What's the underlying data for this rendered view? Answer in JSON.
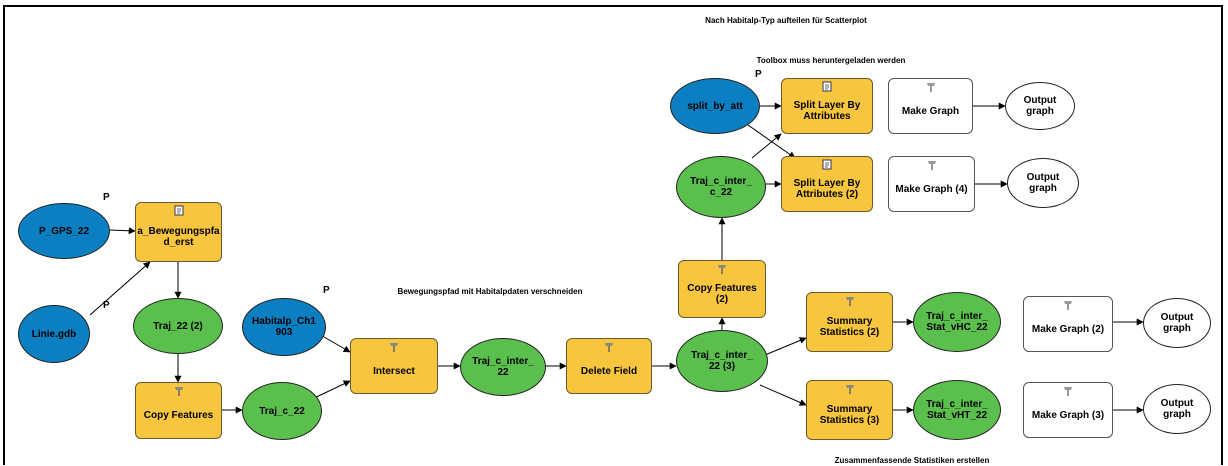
{
  "notes": {
    "top_title": "Nach Habitalp-Typ aufteilen für Scatterplot",
    "toolbox": "Toolbox muss heruntergeladen werden",
    "middle": "Bewegungspfad mit Habitalpdaten verschneiden",
    "bottom": "Zusammenfassende Statistiken erstellen"
  },
  "param_marker": "P",
  "nodes": {
    "p_gps_22": "P_GPS_22",
    "linie_gdb": "Linie.gdb",
    "a_bewegungspfad": "a_Bewegungspfa\nd_erst",
    "traj_22_2": "Traj_22 (2)",
    "copy_features": "Copy Features",
    "traj_c_22": "Traj_c_22",
    "habitalp": "Habitalp_Ch1\n903",
    "intersect": "Intersect",
    "traj_c_inter_22": "Traj_c_inter_\n22",
    "delete_field": "Delete Field",
    "traj_c_inter_22_3": "Traj_c_inter_\n22 (3)",
    "copy_features_2": "Copy Features\n(2)",
    "traj_c_inter_c_22": "Traj_c_inter_\nc_22",
    "split_by_att": "split_by_att",
    "split_layer": "Split Layer By\nAttributes",
    "split_layer_2": "Split Layer By\nAttributes (2)",
    "make_graph": "Make Graph",
    "make_graph_4": "Make Graph (4)",
    "output_graph_1": "Output\ngraph",
    "output_graph_2": "Output\ngraph",
    "summary_stats_2": "Summary\nStatistics (2)",
    "traj_stat_vhc": "Traj_c_inter_\nStat_vHC_22",
    "make_graph_2": "Make Graph (2)",
    "output_graph_3": "Output\ngraph",
    "summary_stats_3": "Summary\nStatistics (3)",
    "traj_stat_vht": "Traj_c_inter_\nStat_vHT_22",
    "make_graph_3": "Make Graph (3)",
    "output_graph_4": "Output\ngraph"
  },
  "colors": {
    "input_data": "#0b7fc1",
    "derived_data": "#5bbf4e",
    "tool": "#f7c53e",
    "inactive": "#ffffff"
  }
}
